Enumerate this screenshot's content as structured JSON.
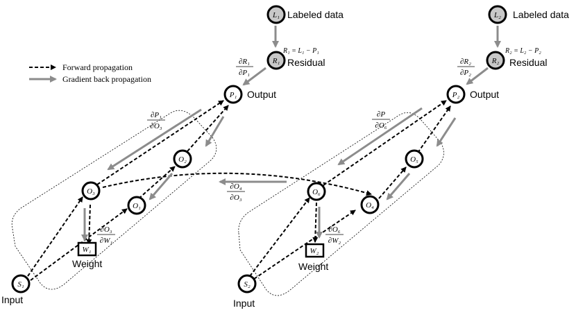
{
  "legend": {
    "forward": "Forward propagation",
    "backward": "Gradient back propagation"
  },
  "labels": {
    "labeled_data_1": "Labeled data",
    "labeled_data_2": "Labeled data",
    "residual_1": "Residual",
    "residual_2": "Residual",
    "output_1": "Output",
    "output_2": "Output",
    "weight_1": "Weight",
    "weight_2": "Weight",
    "input_1": "Input",
    "input_2": "Input"
  },
  "nodes": {
    "L1": "L₁",
    "R1": "R₁",
    "P1": "P₁",
    "O1": "O₁",
    "O2": "O₂",
    "O3": "O₃",
    "W1": "W₁",
    "S1": "S₁",
    "L2": "L₂",
    "R2": "R₂",
    "P2": "P₂",
    "O4": "O₄",
    "O5": "O₅",
    "O6": "O₆",
    "W2": "W₂",
    "S2": "S₂"
  },
  "equations": {
    "res1": "R₁ = L₁ − P₁",
    "res2": "R₂ = L₂ − P₂"
  },
  "fractions": {
    "dR1_dP1": {
      "num": "∂R₁",
      "den": "∂P₁"
    },
    "dR2_dP2": {
      "num": "∂R₂",
      "den": "∂P₂"
    },
    "dP1_dO3": {
      "num": "∂P₁",
      "den": "∂O₃"
    },
    "dP_dO6": {
      "num": "∂P",
      "den": "∂O₆"
    },
    "dO4_dO3": {
      "num": "∂O₄",
      "den": "∂O₃"
    },
    "dO3_dW1": {
      "num": "∂O₃",
      "den": "∂W₁"
    },
    "dO6_dW2": {
      "num": "∂O₆",
      "den": "∂W₂"
    }
  },
  "colors": {
    "arrow_gray": "#8c8c8c",
    "node_fill_gray": "#c8c8c8",
    "line": "#000000"
  }
}
